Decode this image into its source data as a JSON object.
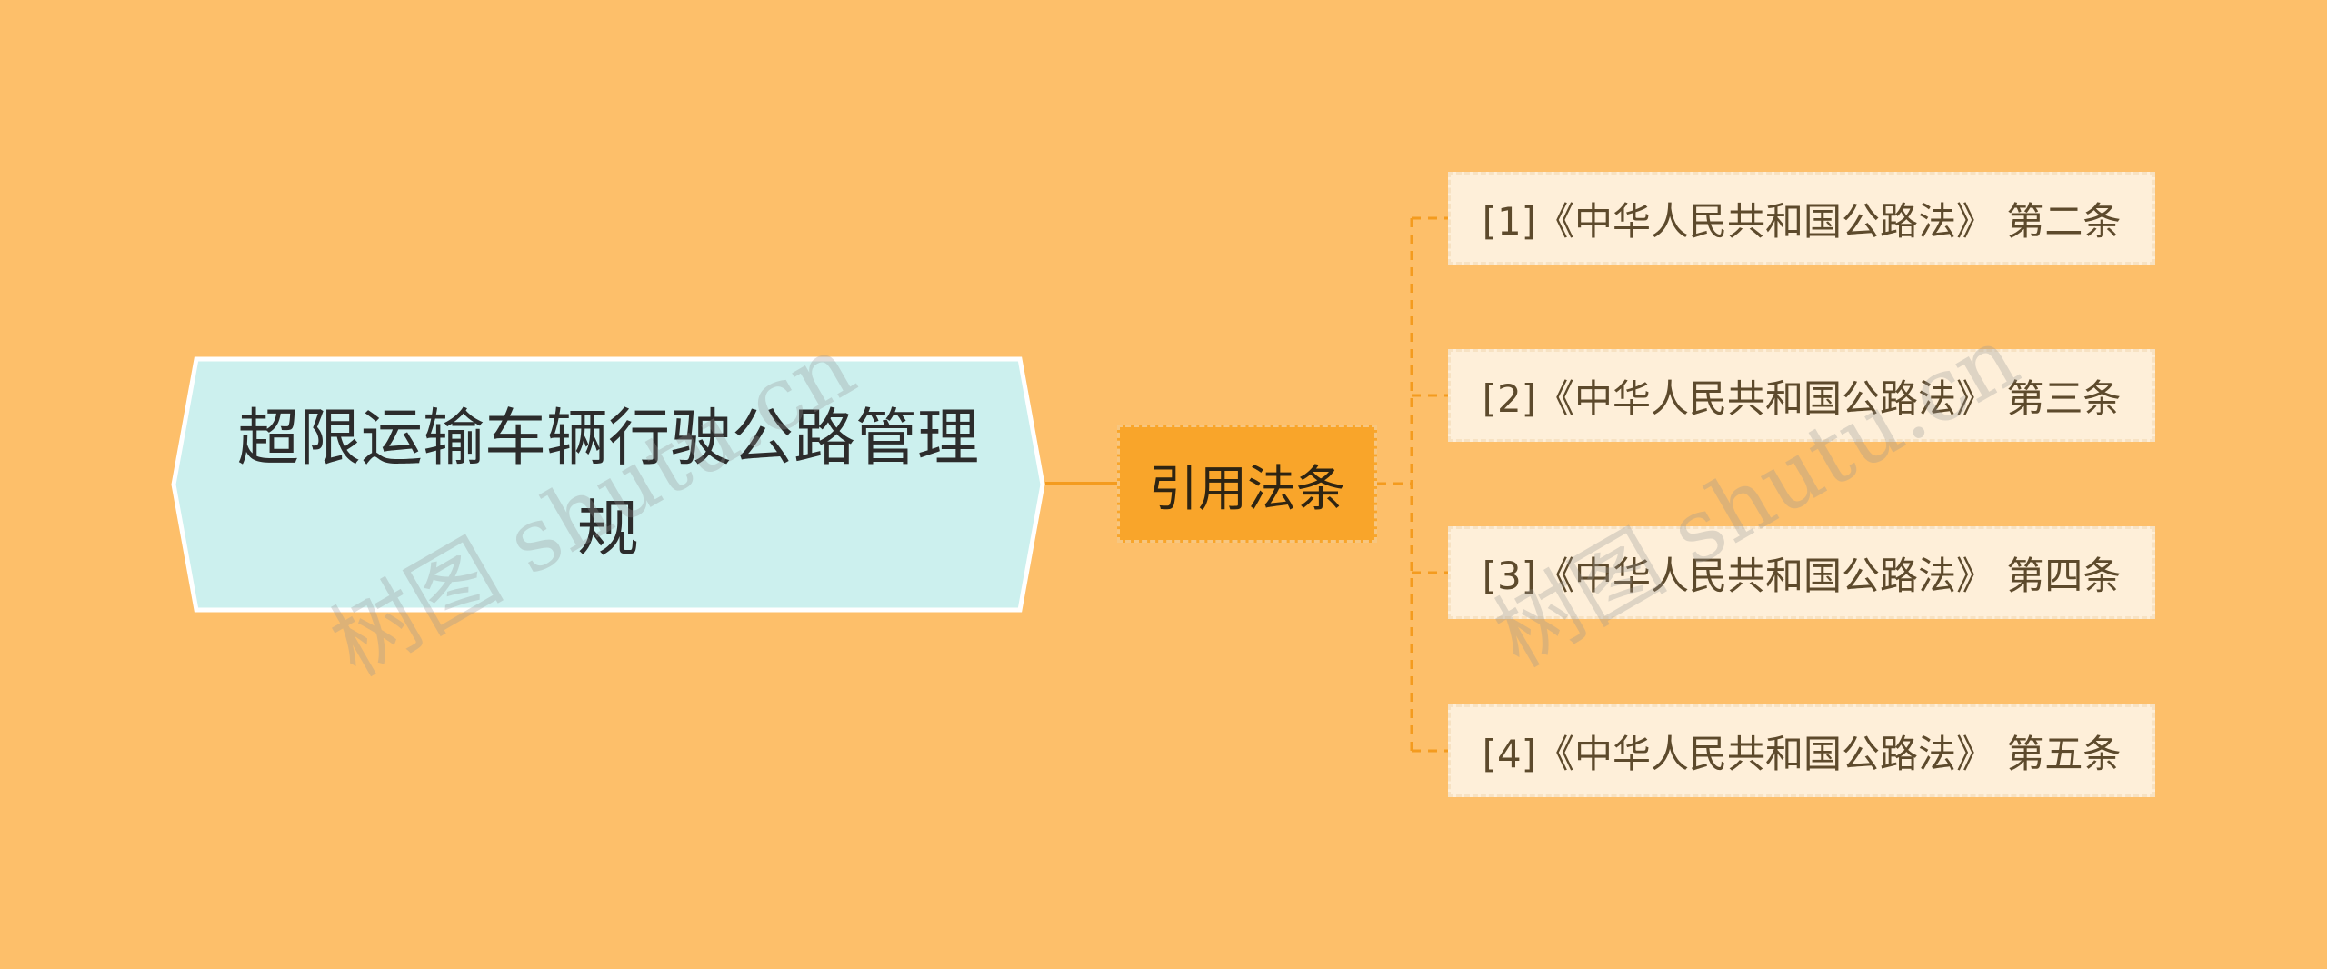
{
  "mindmap": {
    "root": {
      "label": "超限运输车辆行驶公路管理规"
    },
    "branch": {
      "label": "引用法条"
    },
    "leaves": [
      "[1]《中华人民共和国公路法》 第二条",
      "[2]《中华人民共和国公路法》 第三条",
      "[3]《中华人民共和国公路法》 第四条",
      "[4]《中华人民共和国公路法》 第五条"
    ]
  },
  "watermark": {
    "text": "树图 shutu.cn"
  },
  "colors": {
    "background": "#FDBF6A",
    "root_fill": "#CCF0EE",
    "root_border": "#FFFFFF",
    "branch_fill": "#F9A52A",
    "leaf_fill": "#FEEFD9",
    "connector": "#F49B1E"
  }
}
